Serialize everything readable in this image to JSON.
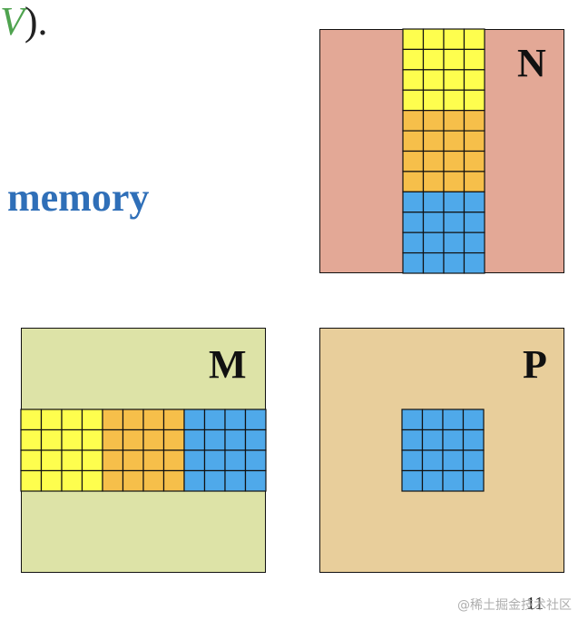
{
  "text": {
    "partial_line": {
      "green": "V",
      "rest": ")."
    },
    "memory": "memory"
  },
  "matrices": {
    "N": {
      "label": "N"
    },
    "M": {
      "label": "M"
    },
    "P": {
      "label": "P"
    }
  },
  "page_number": "11",
  "watermark": "@稀土掘金技术社区",
  "colors": {
    "N_bg": "#e3a896",
    "M_bg": "#dde3a7",
    "P_bg": "#e8ce9b",
    "tile_yellow": "#fefe4e",
    "tile_orange": "#f6bf4a",
    "tile_blue": "#4fa9ea",
    "grid_line": "#111111",
    "memory_text": "#2f6fb8"
  },
  "tiles": {
    "grid_size": 4,
    "N_column_order": [
      "tile_yellow",
      "tile_orange",
      "tile_blue"
    ],
    "M_row_order": [
      "tile_yellow",
      "tile_orange",
      "tile_blue"
    ],
    "P_tile": "tile_blue"
  }
}
